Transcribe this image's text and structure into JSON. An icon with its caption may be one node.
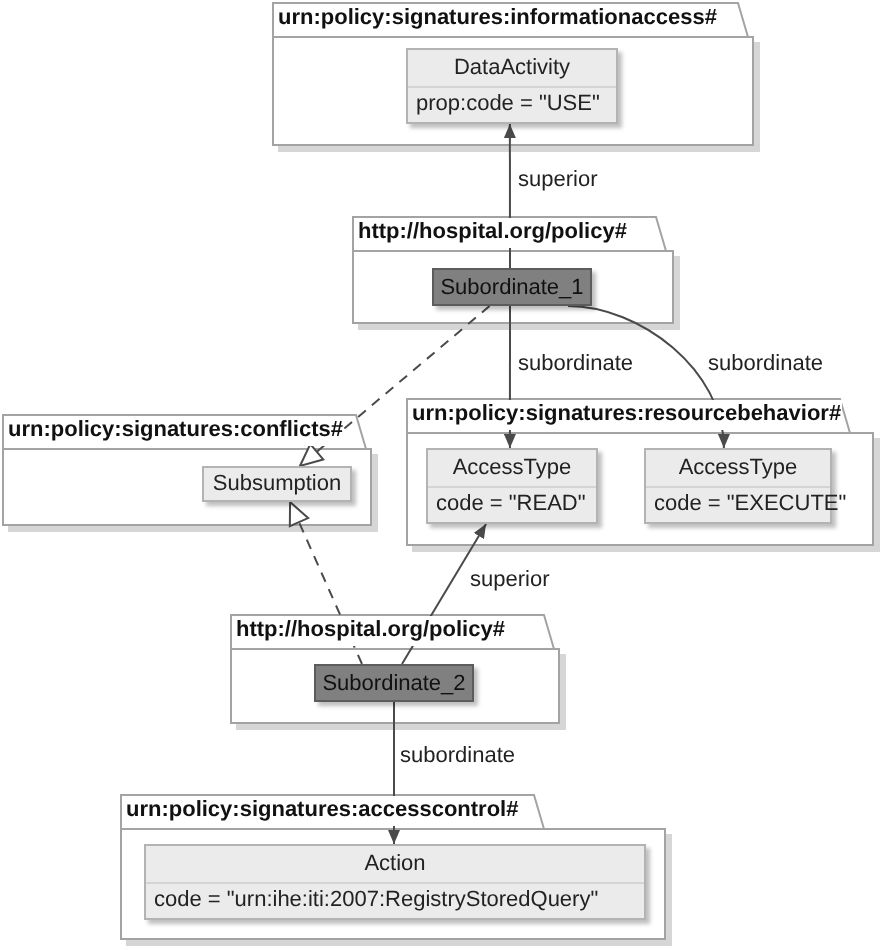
{
  "diagram": {
    "nodes": [
      {
        "text": [
          "urn:policy:signatures:informationaccess#"
        ]
      },
      {
        "text": [
          "DataActivity",
          "prop:code = \"USE\""
        ],
        "in": 0
      },
      {
        "text": [
          "http://hospital.org/policy#"
        ]
      },
      {
        "text": [
          "Subordinate_1"
        ],
        "in": 2
      },
      {
        "text": [
          "urn:policy:signatures:conflicts#"
        ]
      },
      {
        "text": [
          "Subsumption"
        ],
        "in": 4
      },
      {
        "text": [
          "urn:policy:signatures:resourcebehavior#"
        ]
      },
      {
        "text": [
          "AccessType",
          "code = \"READ\""
        ],
        "in": 6
      },
      {
        "text": [
          "AccessType",
          "code = \"EXECUTE\""
        ],
        "in": 6
      },
      {
        "text": [
          "http://hospital.org/policy#"
        ]
      },
      {
        "text": [
          "Subordinate_2"
        ],
        "in": 9
      },
      {
        "text": [
          "urn:policy:signatures:accesscontrol#"
        ]
      },
      {
        "text": [
          "Action",
          "code = \"urn:ihe:iti:2007:RegistryStoredQuery\""
        ],
        "in": 11
      }
    ],
    "edges": [
      {
        "from": 3,
        "to": 1,
        "arrow": "to",
        "label": "superior"
      },
      {
        "from": 3,
        "to": 7,
        "arrow": "to",
        "label": "subordinate"
      },
      {
        "from": 3,
        "to": 8,
        "arrow": "to",
        "label": "subordinate"
      },
      {
        "from": 3,
        "to": 5,
        "arrow": "to",
        "style": "dashed"
      },
      {
        "from": 10,
        "to": 5,
        "arrow": "to",
        "style": "dashed"
      },
      {
        "from": 10,
        "to": 7,
        "arrow": "to",
        "label": "superior"
      },
      {
        "from": 10,
        "to": 12,
        "arrow": "to",
        "label": "subordinate"
      }
    ]
  }
}
